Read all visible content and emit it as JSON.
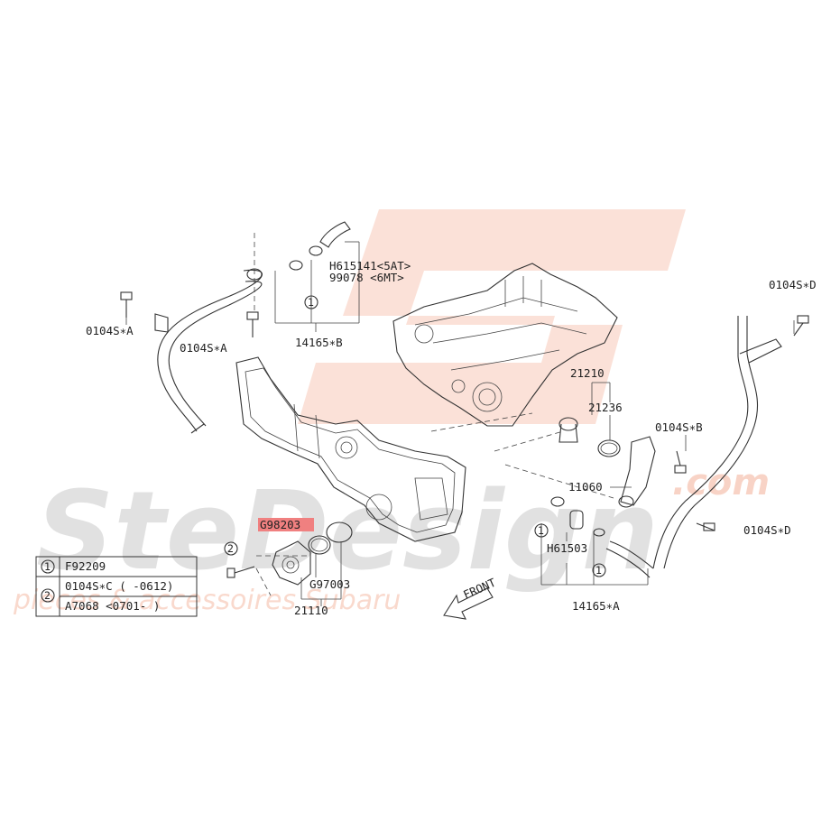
{
  "watermark": {
    "brand": "SteDesign",
    "domain": ".com",
    "tagline": "pieces & accessoires Subaru",
    "logo_letter": "S"
  },
  "colors": {
    "highlight": "#f08080",
    "watermark_grey": "#d8d8d8",
    "watermark_orange": "#f7c9b8"
  },
  "labels": {
    "h615141": "H615141<5AT>",
    "p99078": "99078 <6MT>",
    "p14165b": "14165∗B",
    "p0104s_a_left": "0104S∗A",
    "p0104s_a_mid": "0104S∗A",
    "p0104s_d_top": "0104S∗D",
    "p21210": "21210",
    "p21236": "21236",
    "p0104s_b": "0104S∗B",
    "p11060": "11060",
    "p0104s_d_bottom": "0104S∗D",
    "g98203": "G98203",
    "g97003": "G97003",
    "p21110": "21110",
    "h61503": "H61503",
    "p14165a": "14165∗A",
    "front": "FRONT",
    "callout_1": "1",
    "callout_2": "2"
  },
  "legend": {
    "rows": [
      {
        "ref": "1",
        "text": "F92209"
      },
      {
        "ref": "2",
        "text": "0104S∗C ( -0612)"
      },
      {
        "ref": "",
        "text": "A7068  <0701- )"
      }
    ]
  }
}
